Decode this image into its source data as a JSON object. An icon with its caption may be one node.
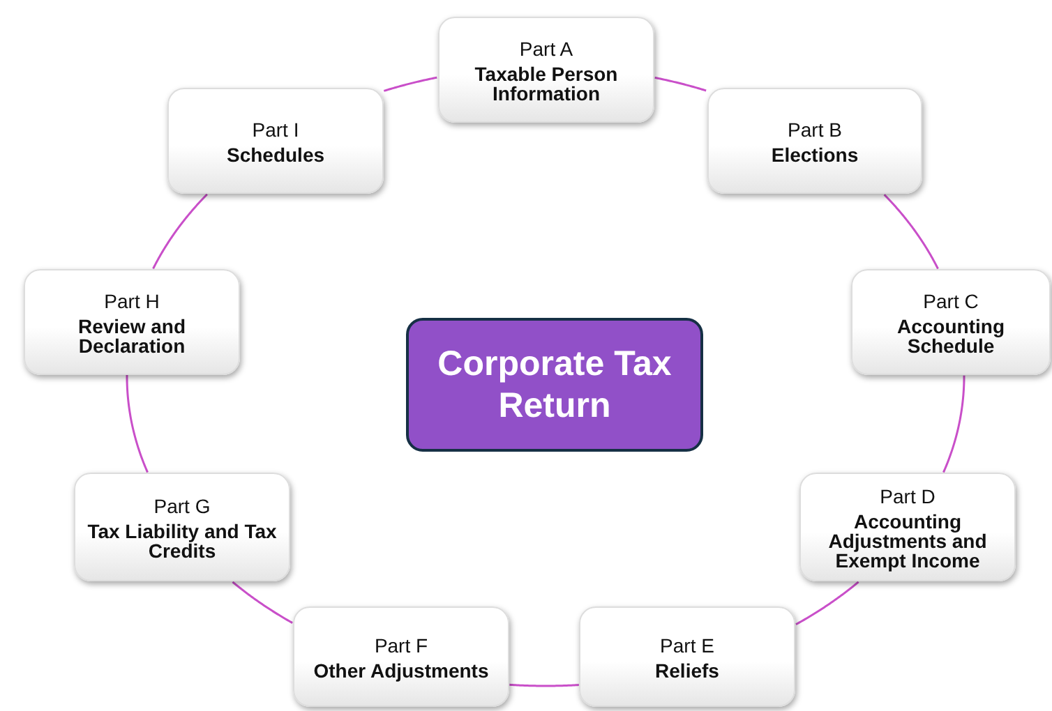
{
  "diagram": {
    "nodes": [
      {
        "text": [
          "Corporate Tax Return"
        ]
      },
      {
        "text": [
          "Part A",
          "Taxable Person Information"
        ]
      },
      {
        "text": [
          "Part B",
          "Elections"
        ]
      },
      {
        "text": [
          "Part C",
          "Accounting Schedule"
        ]
      },
      {
        "text": [
          "Part D",
          "Accounting Adjustments and Exempt Income"
        ]
      },
      {
        "text": [
          "Part E",
          "Reliefs"
        ]
      },
      {
        "text": [
          "Part F",
          "Other Adjustments"
        ]
      },
      {
        "text": [
          "Part G",
          "Tax Liability and Tax Credits"
        ]
      },
      {
        "text": [
          "Part H",
          "Review and Declaration"
        ]
      },
      {
        "text": [
          "Part I",
          "Schedules"
        ]
      }
    ],
    "edges": [
      {
        "from": 1,
        "to": 2,
        "arrow": "none"
      },
      {
        "from": 2,
        "to": 3,
        "arrow": "none"
      },
      {
        "from": 3,
        "to": 4,
        "arrow": "none"
      },
      {
        "from": 4,
        "to": 5,
        "arrow": "none"
      },
      {
        "from": 5,
        "to": 6,
        "arrow": "none"
      },
      {
        "from": 6,
        "to": 7,
        "arrow": "none"
      },
      {
        "from": 7,
        "to": 8,
        "arrow": "none"
      },
      {
        "from": 8,
        "to": 9,
        "arrow": "none"
      },
      {
        "from": 9,
        "to": 1,
        "arrow": "none"
      }
    ]
  }
}
